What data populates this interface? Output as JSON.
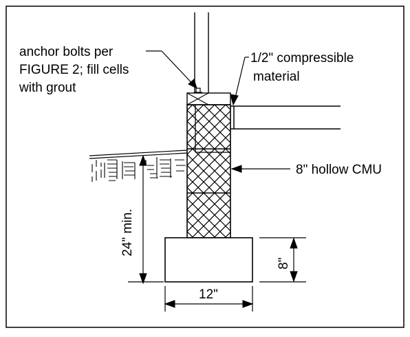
{
  "labels": {
    "anchor_line1": "anchor bolts per",
    "anchor_line2": "FIGURE 2; fill cells",
    "anchor_line3": "with grout",
    "compressible_line1": "1/2\" compressible",
    "compressible_line2": "material",
    "cmu": "8\" hollow CMU",
    "depth": "24\" min.",
    "footing_height": "8\"",
    "footing_width": "12\""
  },
  "colors": {
    "line": "#000000",
    "background": "#ffffff"
  }
}
